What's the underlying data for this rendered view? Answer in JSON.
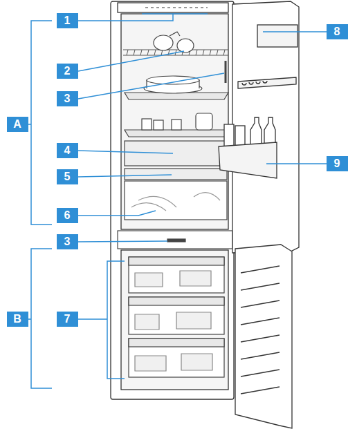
{
  "diagram": {
    "nodes": [
      {
        "text": [
          "1"
        ]
      },
      {
        "text": [
          "8"
        ]
      },
      {
        "text": [
          "2"
        ]
      },
      {
        "text": [
          "3"
        ]
      },
      {
        "text": [
          "A"
        ]
      },
      {
        "text": [
          "4"
        ]
      },
      {
        "text": [
          "9"
        ]
      },
      {
        "text": [
          "5"
        ]
      },
      {
        "text": [
          "6"
        ]
      },
      {
        "text": [
          "3"
        ]
      },
      {
        "text": [
          "B"
        ]
      },
      {
        "text": [
          "7"
        ]
      }
    ]
  }
}
